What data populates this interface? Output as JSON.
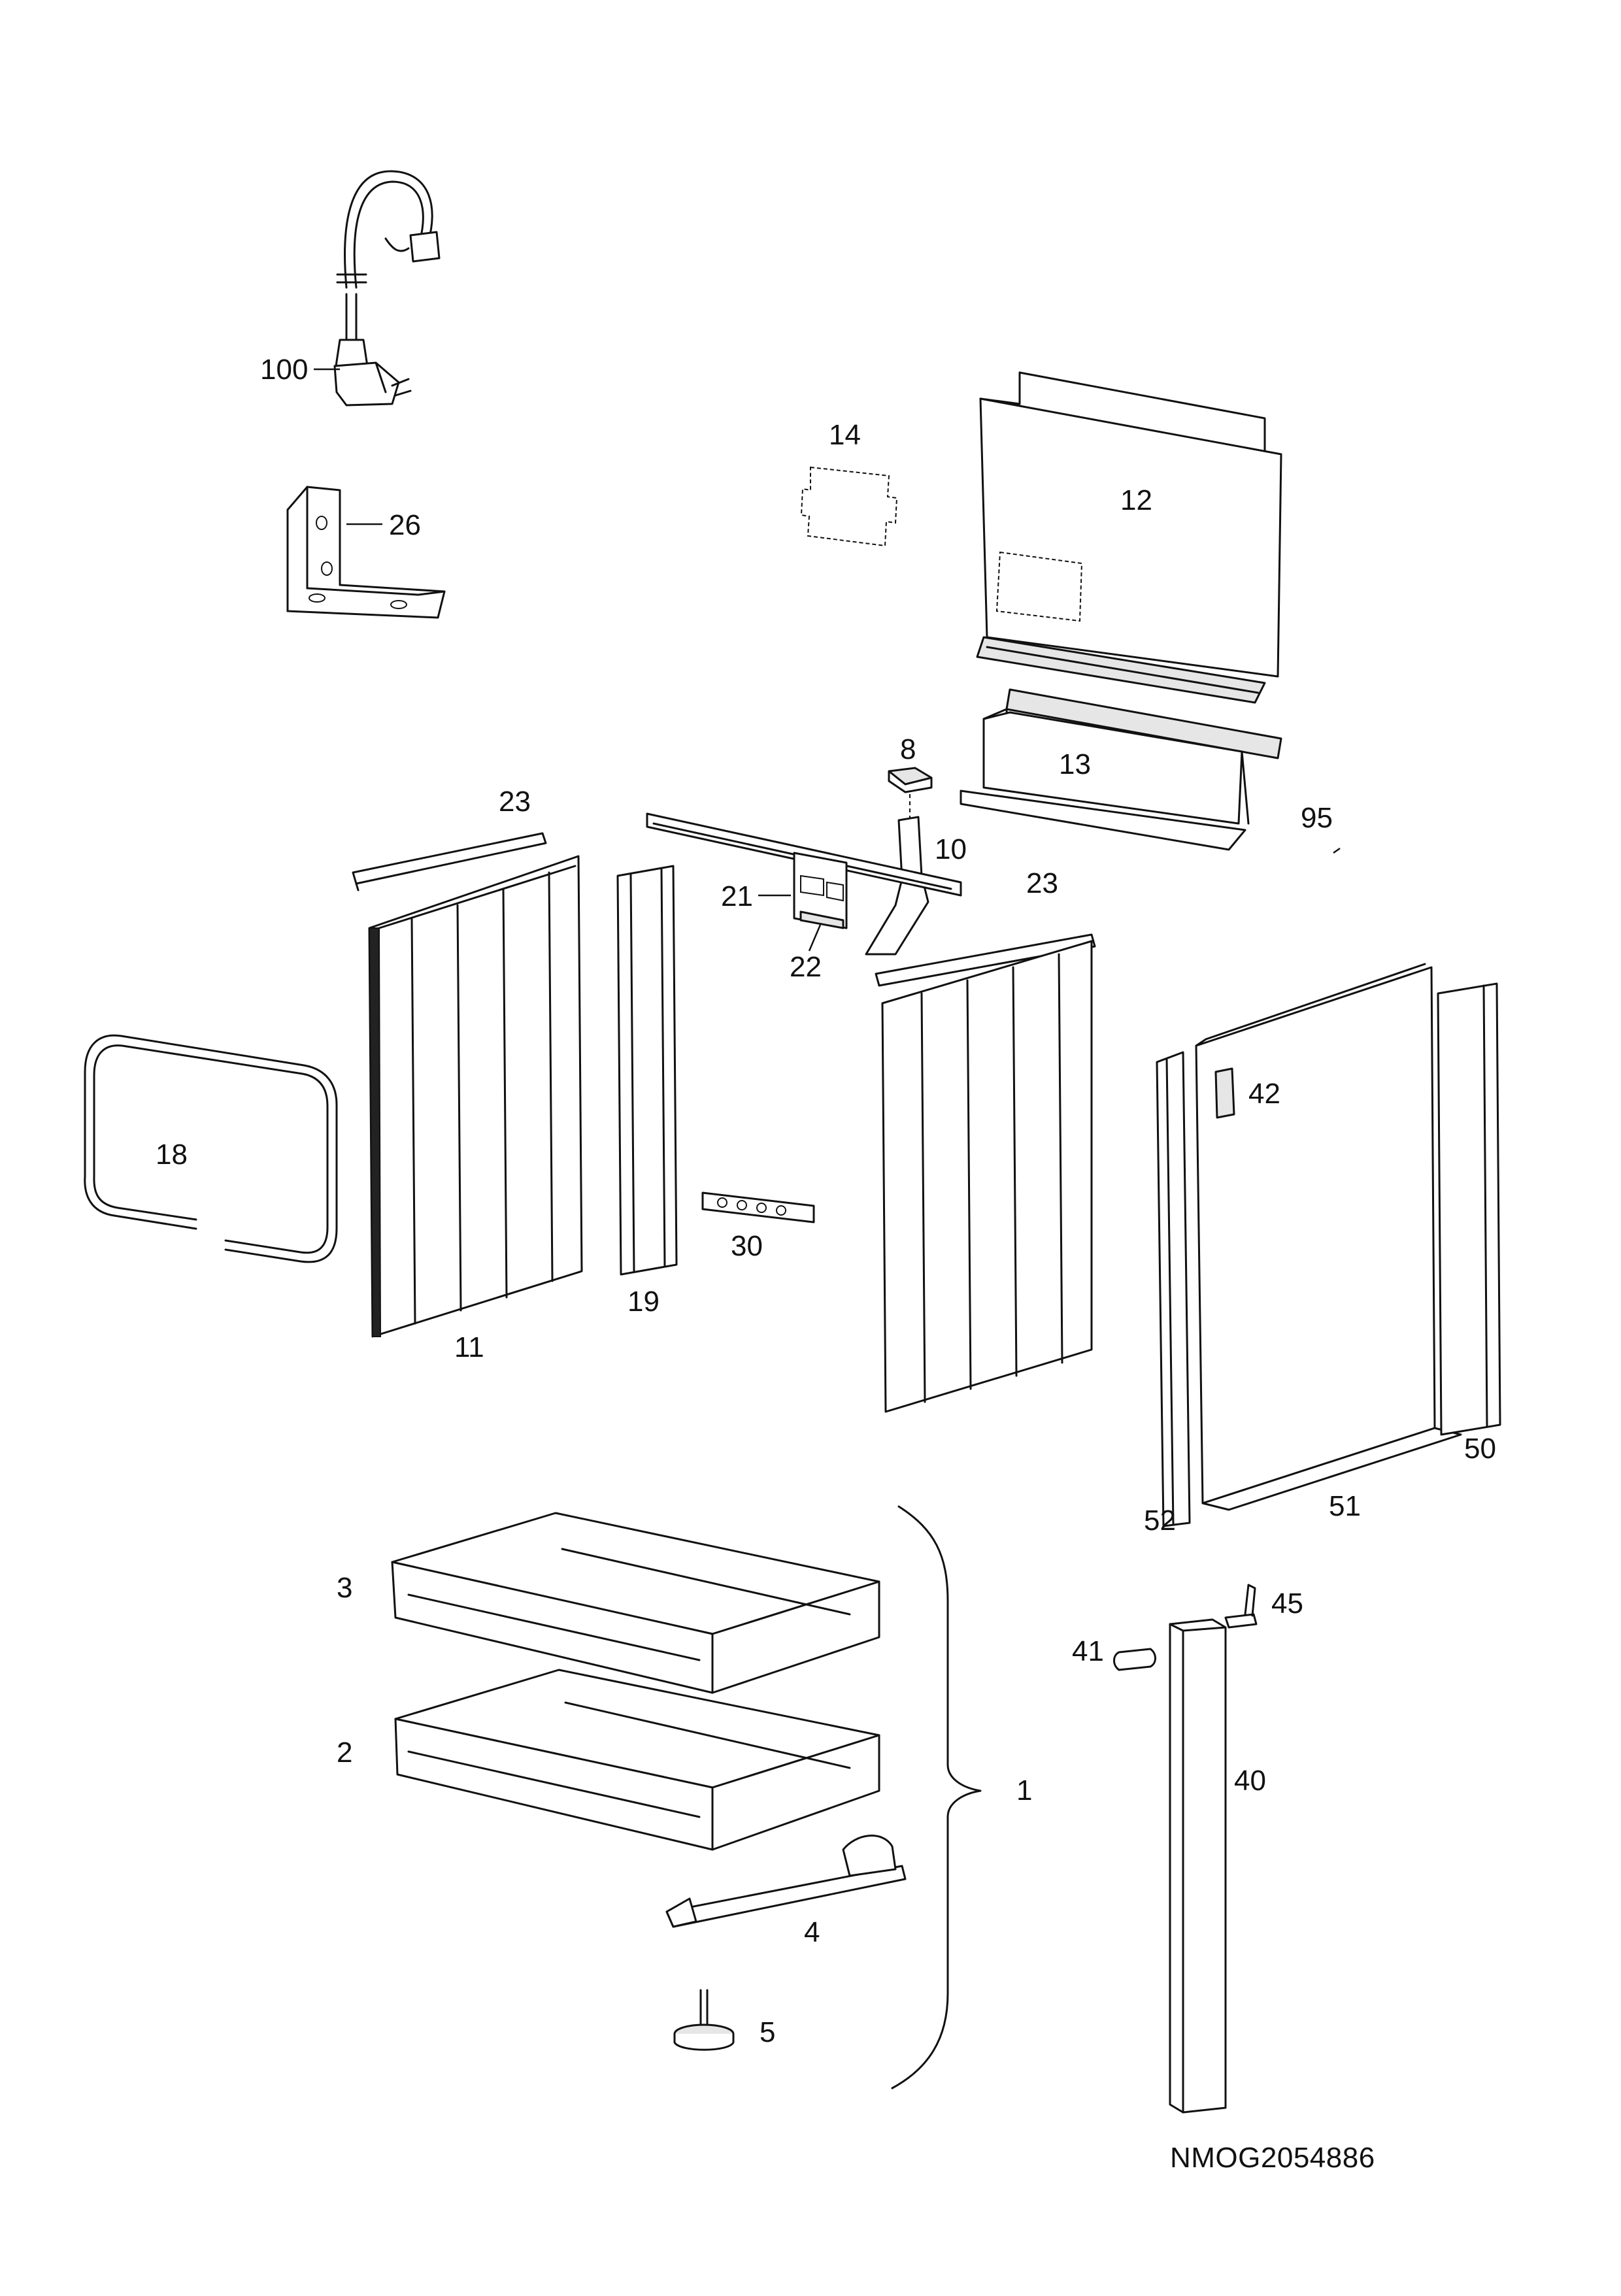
{
  "drawing_code": "NMOG2054886",
  "callouts": [
    {
      "id": "100",
      "label": "100"
    },
    {
      "id": "26",
      "label": "26"
    },
    {
      "id": "14",
      "label": "14"
    },
    {
      "id": "12",
      "label": "12"
    },
    {
      "id": "13",
      "label": "13"
    },
    {
      "id": "8",
      "label": "8"
    },
    {
      "id": "10",
      "label": "10"
    },
    {
      "id": "95",
      "label": "95"
    },
    {
      "id": "23a",
      "label": "23"
    },
    {
      "id": "23b",
      "label": "23"
    },
    {
      "id": "21",
      "label": "21"
    },
    {
      "id": "22",
      "label": "22"
    },
    {
      "id": "18",
      "label": "18"
    },
    {
      "id": "11",
      "label": "11"
    },
    {
      "id": "19",
      "label": "19"
    },
    {
      "id": "30",
      "label": "30"
    },
    {
      "id": "42",
      "label": "42"
    },
    {
      "id": "50",
      "label": "50"
    },
    {
      "id": "51",
      "label": "51"
    },
    {
      "id": "52",
      "label": "52"
    },
    {
      "id": "3",
      "label": "3"
    },
    {
      "id": "2",
      "label": "2"
    },
    {
      "id": "1",
      "label": "1"
    },
    {
      "id": "4",
      "label": "4"
    },
    {
      "id": "5",
      "label": "5"
    },
    {
      "id": "45",
      "label": "45"
    },
    {
      "id": "41",
      "label": "41"
    },
    {
      "id": "40",
      "label": "40"
    }
  ]
}
